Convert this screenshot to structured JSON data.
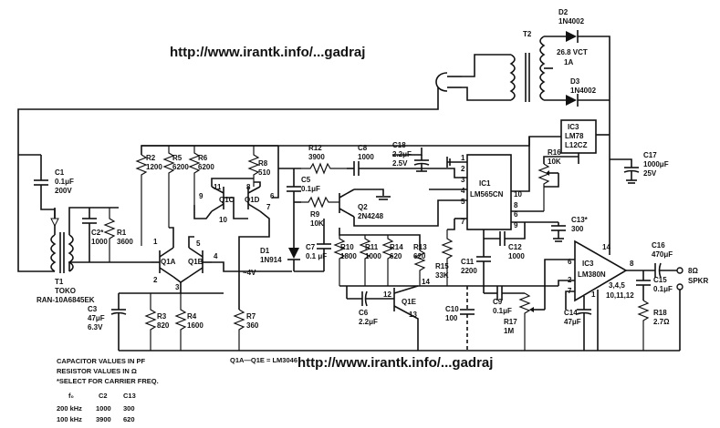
{
  "urls": {
    "top": "http://www.irantk.info/...gadraj",
    "bottom": "http://www.irantk.info/...gadraj"
  },
  "transformer_t2": "T2",
  "diodes": {
    "d2": [
      "D2",
      "1N4002"
    ],
    "d3": [
      "D3",
      "1N4002"
    ],
    "d1": [
      "D1",
      "1N914"
    ]
  },
  "secondary": [
    "26.8 VCT",
    "1A"
  ],
  "ic3_reg": [
    "IC3",
    "LM78",
    "L12CZ"
  ],
  "ic1": [
    "IC1",
    "LM565CN"
  ],
  "ic3_amp": [
    "IC3",
    "LM380N"
  ],
  "transistors": {
    "q1a": "Q1A",
    "q1b": "Q1B",
    "q1c": "Q1C",
    "q1d": "Q1D",
    "q1e": "Q1E",
    "q2": [
      "Q2",
      "2N4248"
    ]
  },
  "resistors": {
    "r1": [
      "R1",
      "3600"
    ],
    "r2": [
      "R2",
      "1200"
    ],
    "r3": [
      "R3",
      "820"
    ],
    "r4": [
      "R4",
      "1600"
    ],
    "r5": [
      "R5",
      "6200"
    ],
    "r6": [
      "R6",
      "6200"
    ],
    "r7": [
      "R7",
      "360"
    ],
    "r8": [
      "R8",
      "510"
    ],
    "r9": [
      "R9",
      "10K"
    ],
    "r10": [
      "R10",
      "1800"
    ],
    "r11": [
      "R11",
      "1000"
    ],
    "r12": [
      "R12",
      "3900"
    ],
    "r13": [
      "R13",
      "620"
    ],
    "r14": [
      "R14",
      "620"
    ],
    "r15": [
      "R15",
      "33K"
    ],
    "r16": [
      "R16",
      "10K"
    ],
    "r17": [
      "R17",
      "1M"
    ],
    "r18": [
      "R18",
      "2.7Ω"
    ]
  },
  "capacitors": {
    "c1": [
      "C1",
      "0.1μF",
      "200V"
    ],
    "c2": [
      "C2*",
      "1000"
    ],
    "c3": [
      "C3",
      "47μF",
      "6.3V"
    ],
    "c5": [
      "C5",
      "0.1μF"
    ],
    "c6": [
      "C6",
      "2.2μF"
    ],
    "c7": [
      "C7",
      "0.1 μF"
    ],
    "c8": [
      "C8",
      "1000"
    ],
    "c9": [
      "C9",
      "0.1μF"
    ],
    "c10": [
      "C10",
      "100"
    ],
    "c11": [
      "C11",
      "2200"
    ],
    "c12": [
      "C12",
      "1000"
    ],
    "c13": [
      "C13*",
      "300"
    ],
    "c14": [
      "C14",
      "47μF"
    ],
    "c15": [
      "C15",
      "0.1μF"
    ],
    "c16": [
      "C16",
      "470μF"
    ],
    "c17": [
      "C17",
      "1000μF",
      "25V"
    ],
    "c18": [
      "C18",
      "2.2μF",
      "2.5V"
    ]
  },
  "t1": [
    "T1",
    "TOKO",
    "RAN-10A6845EK"
  ],
  "speaker": [
    "8Ω",
    "SPKR"
  ],
  "volt_4v": "~4V",
  "pins": {
    "q1": [
      "1",
      "2",
      "3",
      "4",
      "5",
      "9",
      "10",
      "11",
      "7",
      "8",
      "6"
    ],
    "ic1": [
      "1",
      "2",
      "3",
      "4",
      "5",
      "6",
      "7",
      "8",
      "9",
      "10"
    ],
    "ic3amp": [
      "6",
      "2",
      "7",
      "14",
      "8",
      "1",
      "3,4,5",
      "10,11,12"
    ],
    "q1e": [
      "12",
      "13",
      "14"
    ]
  },
  "transistor_note": "Q1A—Q1E = LM3046",
  "notes": {
    "line1": "CAPACITOR VALUES IN PF",
    "line2": "RESISTOR VALUES IN Ω",
    "line3": "*SELECT FOR CARRIER FREQ."
  },
  "table": {
    "headers": [
      "f₀",
      "C2",
      "C13"
    ],
    "rows": [
      [
        "200 kHz",
        "1000",
        "300"
      ],
      [
        "100 kHz",
        "3900",
        "620"
      ]
    ]
  }
}
